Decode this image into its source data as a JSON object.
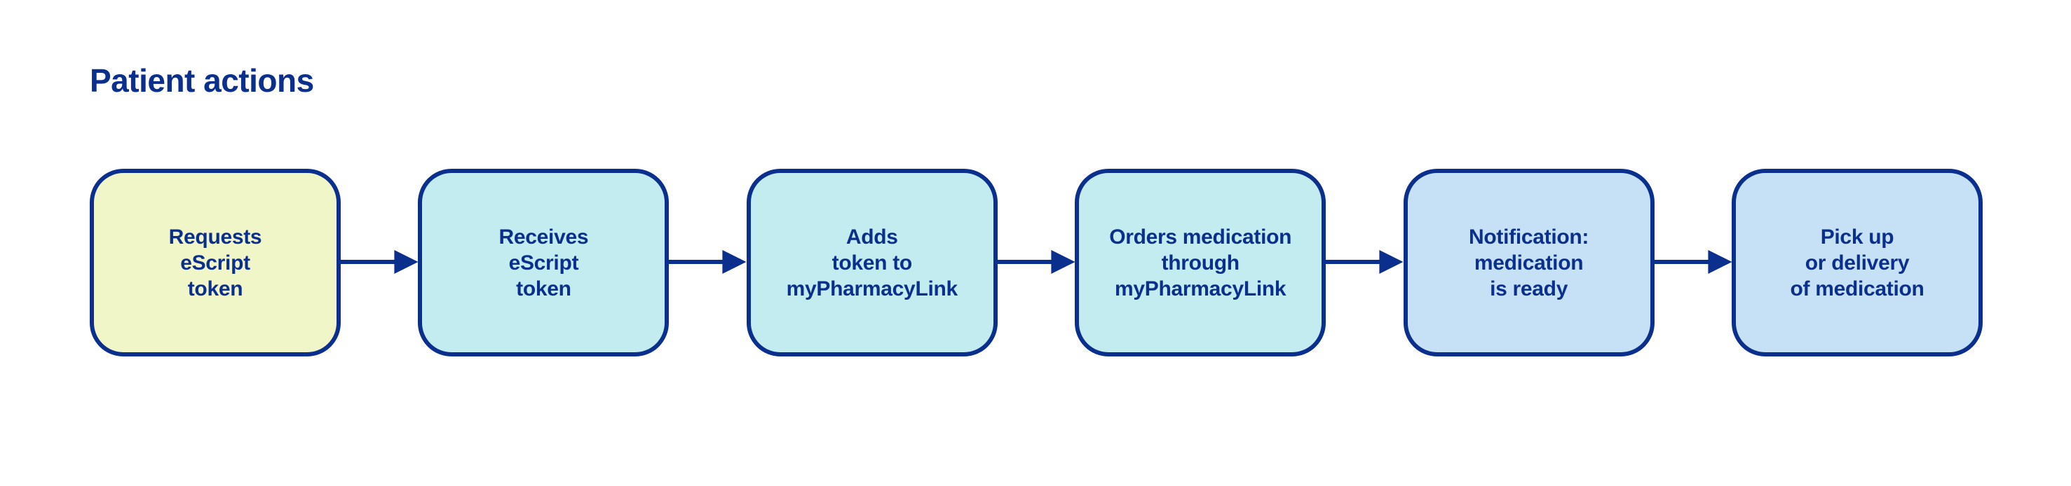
{
  "title": "Patient actions",
  "colors": {
    "border": "#0b2f8c",
    "step_yellow": "#f1f6c9",
    "step_cyan": "#c2ecf0",
    "step_blue": "#c6e0f5"
  },
  "steps": [
    {
      "label": "Requests\neScript\ntoken",
      "color": "#f1f6c9"
    },
    {
      "label": "Receives\neScript\ntoken",
      "color": "#c2ecf0"
    },
    {
      "label": "Adds\ntoken to\nmyPharmacyLink",
      "color": "#c2ecf0"
    },
    {
      "label": "Orders medication\nthrough\nmyPharmacyLink",
      "color": "#c2ecf0"
    },
    {
      "label": "Notification:\nmedication\nis ready",
      "color": "#c6e0f5"
    },
    {
      "label": "Pick up\nor delivery\nof medication",
      "color": "#c6e0f5"
    }
  ]
}
